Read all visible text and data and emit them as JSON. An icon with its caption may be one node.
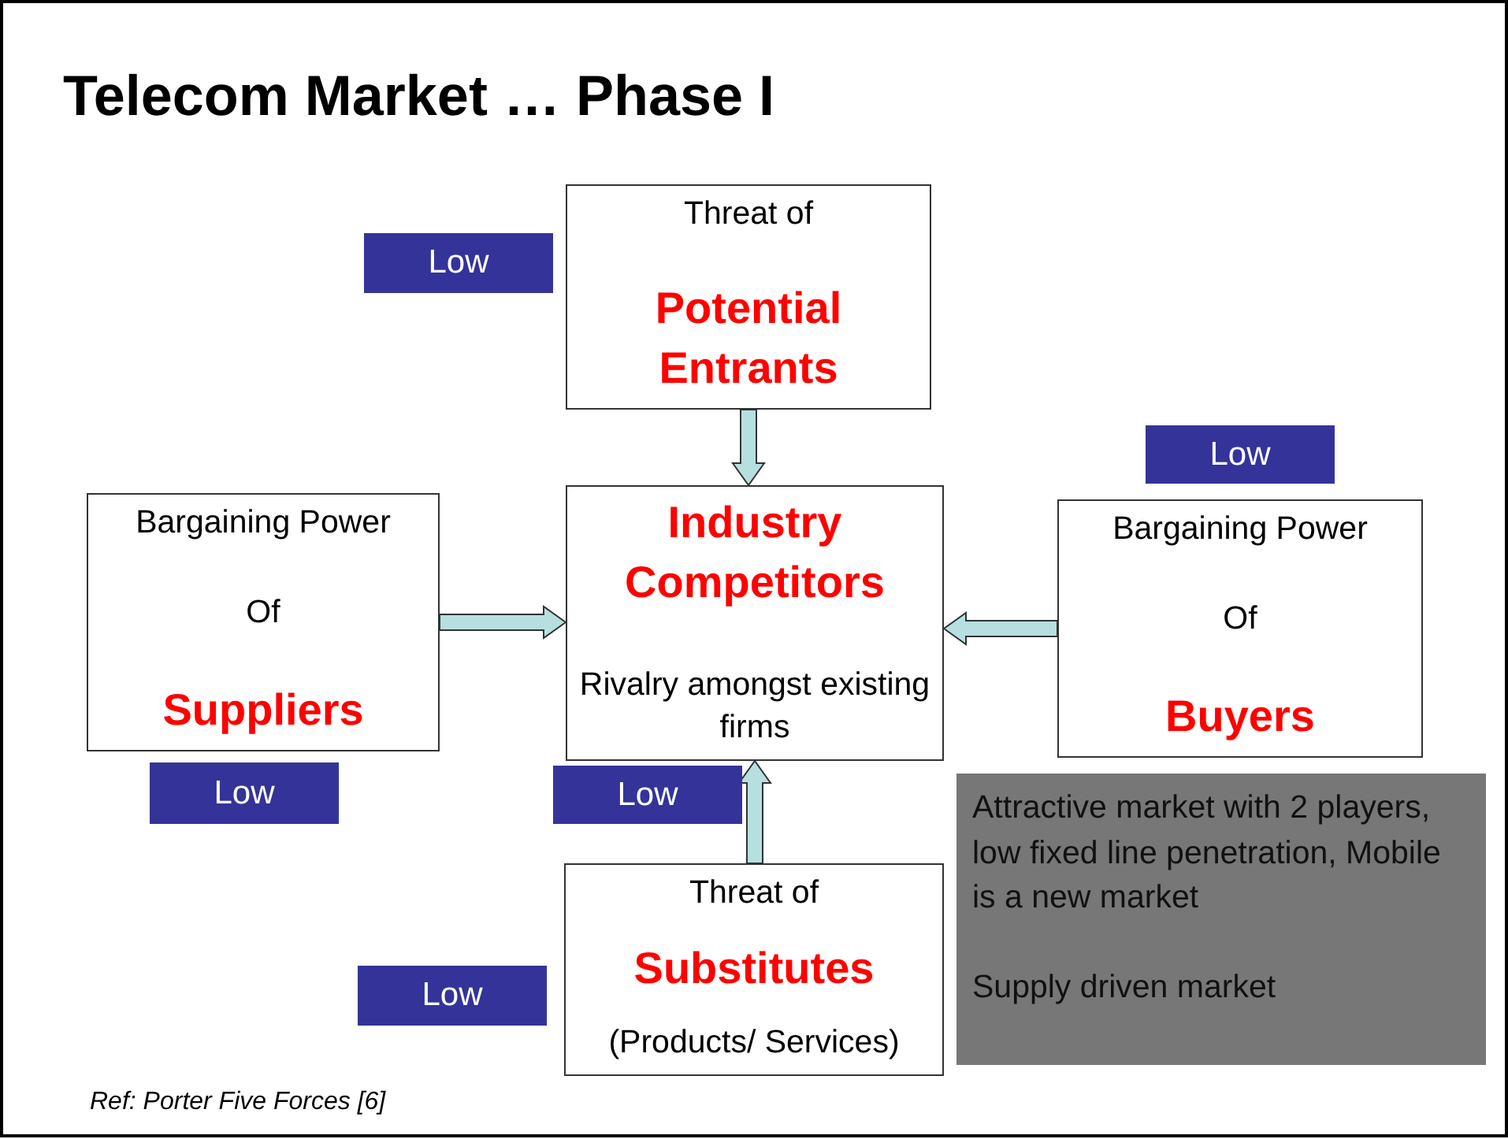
{
  "diagram": {
    "title": "Telecom Market … Phase I",
    "nodes": [
      {
        "text": [
          "Threat of",
          "Potential Entrants"
        ]
      },
      {
        "text": [
          "Low"
        ]
      },
      {
        "text": [
          "Low"
        ]
      },
      {
        "text": [
          "Bargaining Power",
          "Of",
          "Suppliers"
        ]
      },
      {
        "text": [
          "Industry Competitors",
          "Rivalry amongst existing firms"
        ]
      },
      {
        "text": [
          "Bargaining Power",
          "Of",
          "Buyers"
        ]
      },
      {
        "text": [
          "Low"
        ]
      },
      {
        "text": [
          "Low"
        ]
      },
      {
        "text": [
          "Attractive market with 2 players, low fixed line penetration, Mobile is a new market",
          "Supply driven market"
        ]
      },
      {
        "text": [
          "Threat of",
          "Substitutes",
          "(Products/ Services)"
        ]
      },
      {
        "text": [
          "Low"
        ]
      }
    ],
    "edges": [
      {
        "from": 0,
        "to": 4,
        "arrow": "to"
      },
      {
        "from": 3,
        "to": 4,
        "arrow": "to"
      },
      {
        "from": 5,
        "to": 4,
        "arrow": "to"
      },
      {
        "from": 9,
        "to": 4,
        "arrow": "to"
      }
    ],
    "labels": [
      "Ref: Porter Five Forces [6]"
    ]
  }
}
